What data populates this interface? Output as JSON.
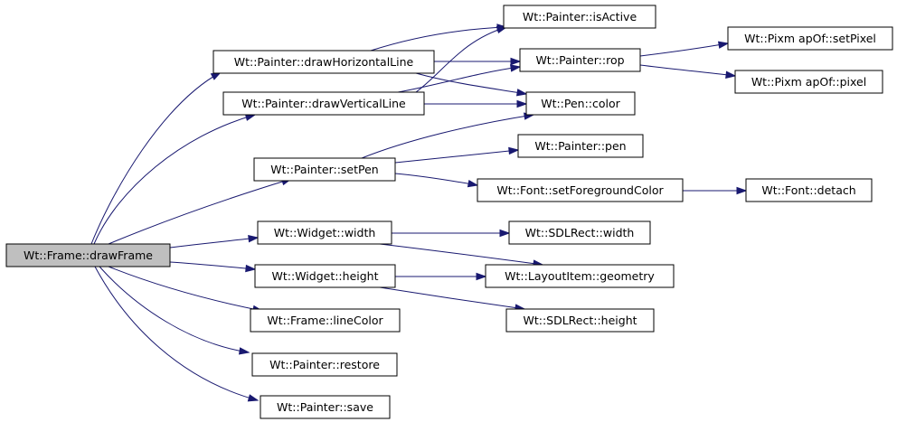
{
  "colors": {
    "edge": "#191970",
    "root_fill": "#bfbfbf",
    "node_fill": "#ffffff",
    "node_border": "#000000",
    "truncated_border": "#ff0000"
  },
  "graph": {
    "nodes": [
      {
        "id": "drawFrame",
        "label": "Wt::Frame::drawFrame",
        "root": true
      },
      {
        "id": "drawHorizontalLine",
        "label": "Wt::Painter::drawHorizontalLine"
      },
      {
        "id": "drawVerticalLine",
        "label": "Wt::Painter::drawVerticalLine"
      },
      {
        "id": "setPen",
        "label": "Wt::Painter::setPen"
      },
      {
        "id": "widgetWidth",
        "label": "Wt::Widget::width"
      },
      {
        "id": "widgetHeight",
        "label": "Wt::Widget::height"
      },
      {
        "id": "lineColor",
        "label": "Wt::Frame::lineColor"
      },
      {
        "id": "restore",
        "label": "Wt::Painter::restore"
      },
      {
        "id": "save",
        "label": "Wt::Painter::save"
      },
      {
        "id": "isActive",
        "label": "Wt::Painter::isActive"
      },
      {
        "id": "rop",
        "label": "Wt::Painter::rop"
      },
      {
        "id": "penColor",
        "label": "Wt::Pen::color"
      },
      {
        "id": "pen",
        "label": "Wt::Painter::pen"
      },
      {
        "id": "setForegroundColor",
        "label": "Wt::Font::setForegroundColor"
      },
      {
        "id": "rectWidth",
        "label": "Wt::SDLRect::width"
      },
      {
        "id": "geometry",
        "label": "Wt::LayoutItem::geometry"
      },
      {
        "id": "rectHeight",
        "label": "Wt::SDLRect::height"
      },
      {
        "id": "setPixel",
        "label": "Wt::Pixm apOf::setPixel"
      },
      {
        "id": "pixel",
        "label": "Wt::Pixm apOf::pixel"
      },
      {
        "id": "detach",
        "label": "Wt::Font::detach",
        "truncated": true
      }
    ],
    "edges": [
      {
        "from": "drawFrame",
        "to": "drawHorizontalLine"
      },
      {
        "from": "drawFrame",
        "to": "drawVerticalLine"
      },
      {
        "from": "drawFrame",
        "to": "setPen"
      },
      {
        "from": "drawFrame",
        "to": "widgetWidth"
      },
      {
        "from": "drawFrame",
        "to": "widgetHeight"
      },
      {
        "from": "drawFrame",
        "to": "lineColor"
      },
      {
        "from": "drawFrame",
        "to": "restore"
      },
      {
        "from": "drawFrame",
        "to": "save"
      },
      {
        "from": "drawHorizontalLine",
        "to": "isActive"
      },
      {
        "from": "drawHorizontalLine",
        "to": "rop"
      },
      {
        "from": "drawHorizontalLine",
        "to": "penColor"
      },
      {
        "from": "drawVerticalLine",
        "to": "isActive"
      },
      {
        "from": "drawVerticalLine",
        "to": "rop"
      },
      {
        "from": "drawVerticalLine",
        "to": "penColor"
      },
      {
        "from": "rop",
        "to": "setPixel"
      },
      {
        "from": "rop",
        "to": "pixel"
      },
      {
        "from": "setPen",
        "to": "penColor"
      },
      {
        "from": "setPen",
        "to": "pen"
      },
      {
        "from": "setPen",
        "to": "setForegroundColor"
      },
      {
        "from": "setForegroundColor",
        "to": "detach"
      },
      {
        "from": "widgetWidth",
        "to": "rectWidth"
      },
      {
        "from": "widgetWidth",
        "to": "geometry"
      },
      {
        "from": "widgetHeight",
        "to": "geometry"
      },
      {
        "from": "widgetHeight",
        "to": "rectHeight"
      }
    ]
  }
}
